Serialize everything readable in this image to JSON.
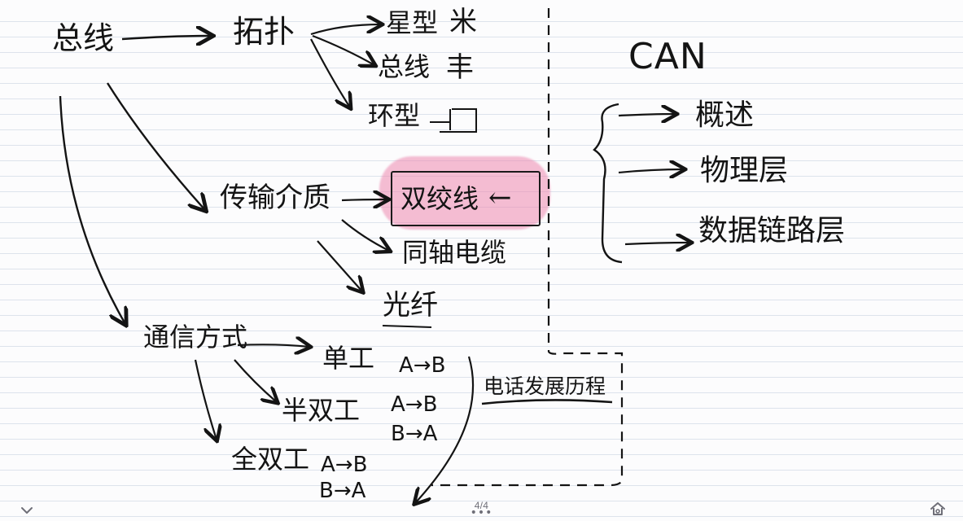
{
  "note": {
    "root": "总线",
    "topology": {
      "label": "拓扑",
      "items": [
        {
          "label": "星型",
          "symbol": "米"
        },
        {
          "label": "总线",
          "symbol": "丰"
        },
        {
          "label": "环型",
          "symbol": ""
        }
      ]
    },
    "media": {
      "label": "传输介质",
      "items": [
        {
          "label": "双绞线",
          "arrow": "←"
        },
        {
          "label": "同轴电缆"
        },
        {
          "label": "光纤"
        }
      ]
    },
    "communication": {
      "label": "通信方式",
      "modes": [
        {
          "label": "单工",
          "lines": [
            "A→B"
          ]
        },
        {
          "label": "半双工",
          "lines": [
            "A→B",
            "B→A"
          ]
        },
        {
          "label": "全双工",
          "lines": [
            "A→B",
            "B→A"
          ]
        }
      ]
    },
    "side_note": "电话发展历程",
    "can": {
      "title": "CAN",
      "items": [
        "概述",
        "物理层",
        "数据链路层"
      ]
    }
  },
  "ui": {
    "page_indicator": "4/4",
    "more_dots": "•••",
    "icons": {
      "left": "chevron-down-icon",
      "right": "home-icon"
    }
  },
  "colors": {
    "ink": "#141414",
    "highlight": "#ec87af",
    "rule": "#dde3ec",
    "ui_gray": "#6f6f78"
  }
}
